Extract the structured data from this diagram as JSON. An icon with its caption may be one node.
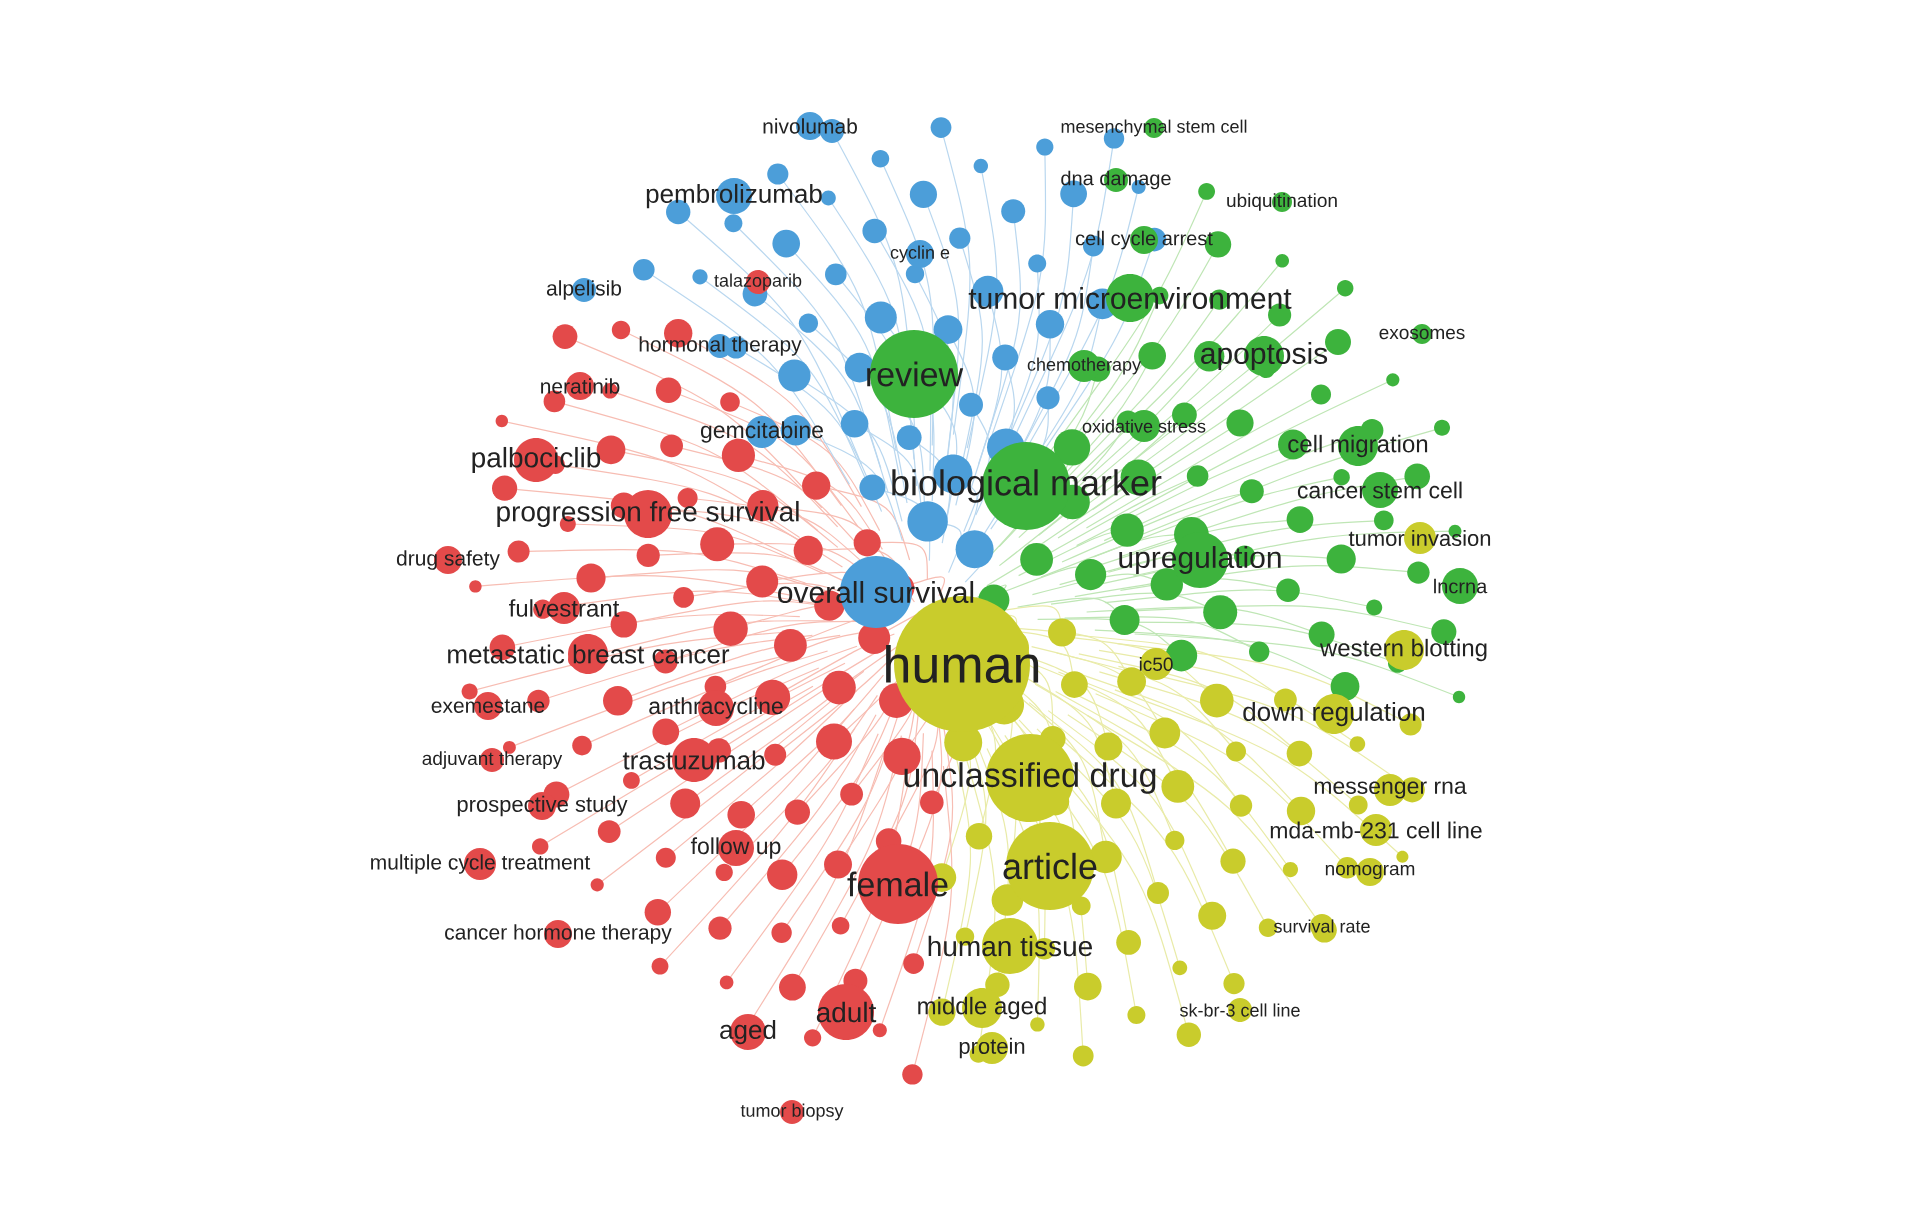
{
  "diagram": {
    "nodes": [
      {
        "text": [
          "nivolumab"
        ]
      },
      {
        "text": [
          "mesenchymal stem cell"
        ]
      },
      {
        "text": [
          "dna damage"
        ]
      },
      {
        "text": [
          "pembrolizumab"
        ]
      },
      {
        "text": [
          "ubiquitination"
        ]
      },
      {
        "text": [
          "cyclin e"
        ]
      },
      {
        "text": [
          "cell cycle arrest"
        ]
      },
      {
        "text": [
          "alpelisib"
        ]
      },
      {
        "text": [
          "talazoparib"
        ]
      },
      {
        "text": [
          "tumor microenvironment"
        ]
      },
      {
        "text": [
          "hormonal therapy"
        ]
      },
      {
        "text": [
          "exosomes"
        ]
      },
      {
        "text": [
          "review"
        ]
      },
      {
        "text": [
          "chemotherapy"
        ]
      },
      {
        "text": [
          "apoptosis"
        ]
      },
      {
        "text": [
          "neratinib"
        ]
      },
      {
        "text": [
          "oxidative stress"
        ]
      },
      {
        "text": [
          "gemcitabine"
        ]
      },
      {
        "text": [
          "cell migration"
        ]
      },
      {
        "text": [
          "palbociclib"
        ]
      },
      {
        "text": [
          "biological marker"
        ]
      },
      {
        "text": [
          "cancer stem cell"
        ]
      },
      {
        "text": [
          "progression free survival"
        ]
      },
      {
        "text": [
          "tumor invasion"
        ]
      },
      {
        "text": [
          "drug safety"
        ]
      },
      {
        "text": [
          "upregulation"
        ]
      },
      {
        "text": [
          "lncrna"
        ]
      },
      {
        "text": [
          "overall survival"
        ]
      },
      {
        "text": [
          "fulvestrant"
        ]
      },
      {
        "text": [
          "human"
        ]
      },
      {
        "text": [
          "metastatic breast cancer"
        ]
      },
      {
        "text": [
          "western blotting"
        ]
      },
      {
        "text": [
          "ic50"
        ]
      },
      {
        "text": [
          "exemestane"
        ]
      },
      {
        "text": [
          "anthracycline"
        ]
      },
      {
        "text": [
          "down regulation"
        ]
      },
      {
        "text": [
          "trastuzumab"
        ]
      },
      {
        "text": [
          "adjuvant therapy"
        ]
      },
      {
        "text": [
          "unclassified drug"
        ]
      },
      {
        "text": [
          "messenger rna"
        ]
      },
      {
        "text": [
          "prospective study"
        ]
      },
      {
        "text": [
          "mda-mb-231 cell line"
        ]
      },
      {
        "text": [
          "article"
        ]
      },
      {
        "text": [
          "multiple cycle treatment"
        ]
      },
      {
        "text": [
          "follow up"
        ]
      },
      {
        "text": [
          "female"
        ]
      },
      {
        "text": [
          "nomogram"
        ]
      },
      {
        "text": [
          "cancer hormone therapy"
        ]
      },
      {
        "text": [
          "survival rate"
        ]
      },
      {
        "text": [
          "human tissue"
        ]
      },
      {
        "text": [
          "adult"
        ]
      },
      {
        "text": [
          "middle aged"
        ]
      },
      {
        "text": [
          "aged"
        ]
      },
      {
        "text": [
          "sk-br-3 cell line"
        ]
      },
      {
        "text": [
          "protein"
        ]
      },
      {
        "text": [
          "tumor biopsy"
        ]
      }
    ]
  }
}
